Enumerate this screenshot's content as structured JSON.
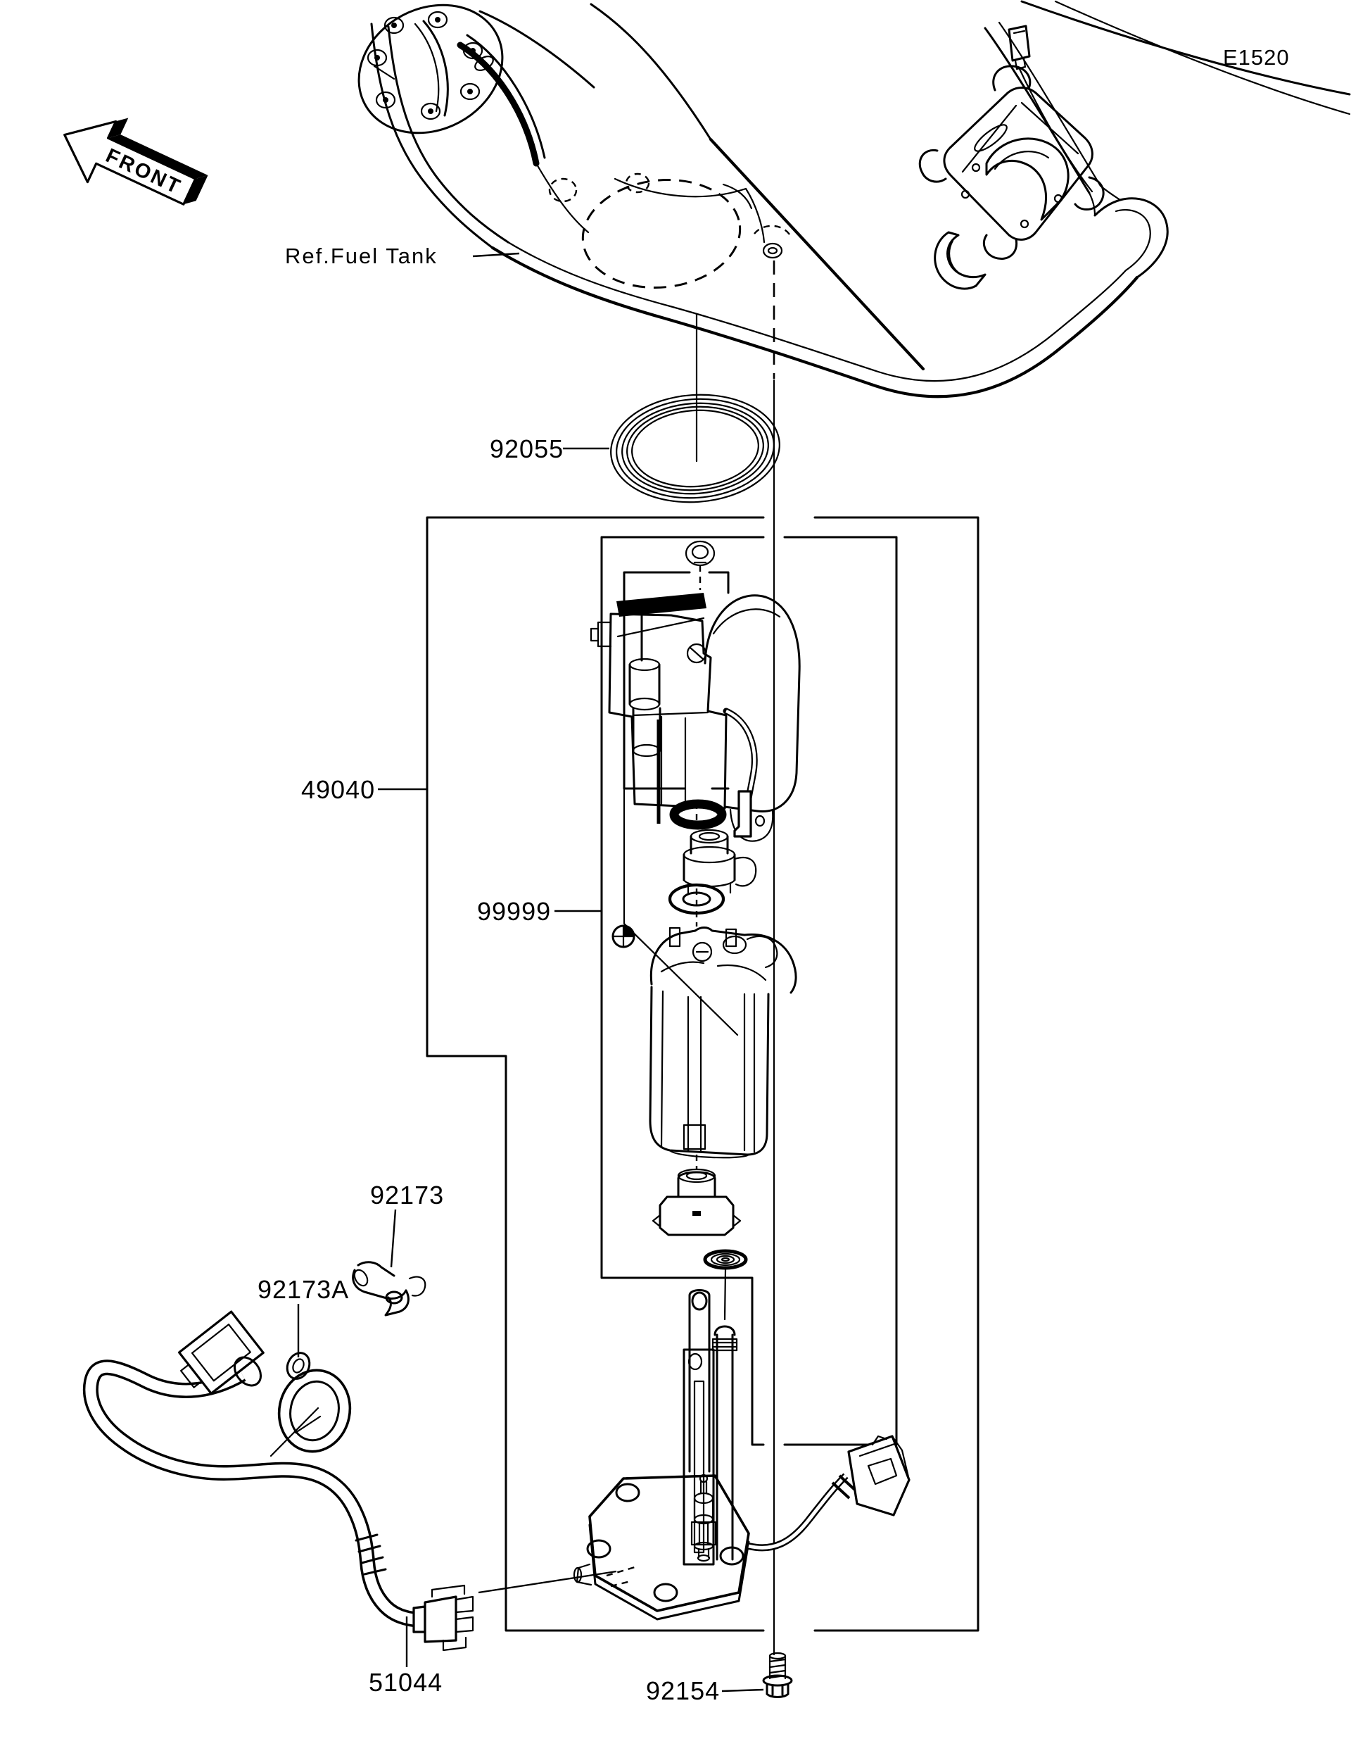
{
  "page": {
    "background": "#ffffff",
    "line_color": "#000000",
    "diagram_code": "E1520",
    "front_marker": "FRONT",
    "reference_label": "Ref.Fuel Tank"
  },
  "part_numbers": {
    "tank_oring": "92055",
    "fuel_pump_assembly": "49040",
    "pump_subassembly": "99999",
    "clamp": "92173",
    "grommet": "92173A",
    "hose_connector": "51044",
    "flange_bolt": "92154"
  }
}
